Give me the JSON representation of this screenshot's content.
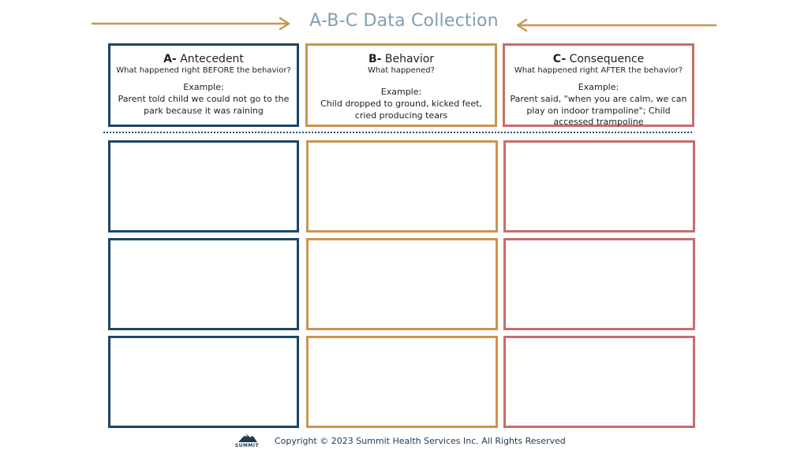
{
  "title": "A-B-C Data Collection",
  "columns": [
    {
      "letter": "A-",
      "name": "Antecedent",
      "subtitle": "What happened right BEFORE the behavior?",
      "example_label": "Example:",
      "example_text": "Parent told child we could not go to the park because it was raining",
      "color": "#1c4663"
    },
    {
      "letter": "B-",
      "name": "Behavior",
      "subtitle": "What happened?",
      "example_label": "Example:",
      "example_text": "Child dropped to ground, kicked feet, cried producing tears",
      "color": "#c8964f"
    },
    {
      "letter": "C-",
      "name": "Consequence",
      "subtitle": "What happened right AFTER the behavior?",
      "example_label": "Example:",
      "example_text": "Parent said, \"when you are calm, we can play on indoor trampoline\"; Child accessed trampoline",
      "color": "#c76d6d"
    }
  ],
  "arrow_color": "#c8964f",
  "footer": {
    "logo_text": "SUMMIT",
    "copyright": "Copyright © 2023 Summit Health Services Inc. All Rights Reserved"
  }
}
